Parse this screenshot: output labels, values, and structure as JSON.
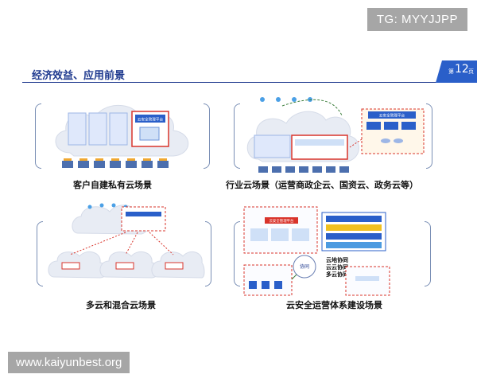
{
  "watermarks": {
    "top": "TG: MYYJJPP",
    "bottom": "www.kaiyunbest.org"
  },
  "slide": {
    "title": "经济效益、应用前景",
    "page_prefix": "第",
    "page_number": "12",
    "page_suffix": "页"
  },
  "scenarios": [
    {
      "caption": "客户自建私有云场景",
      "label": "云安全管理平台"
    },
    {
      "caption": "行业云场景（运营商政企云、国资云、政务云等）",
      "label": "云安全管理平台"
    },
    {
      "caption": "多云和混合云场景"
    },
    {
      "caption": "云安全运营体系建设场景",
      "label": "云安全管理平台",
      "collab": [
        "云地协同",
        "云云协同",
        "多云协同"
      ],
      "center": "协同"
    }
  ],
  "colors": {
    "brand": "#1f3a8f",
    "accent": "#2a5fc9",
    "red": "#d9342b"
  }
}
